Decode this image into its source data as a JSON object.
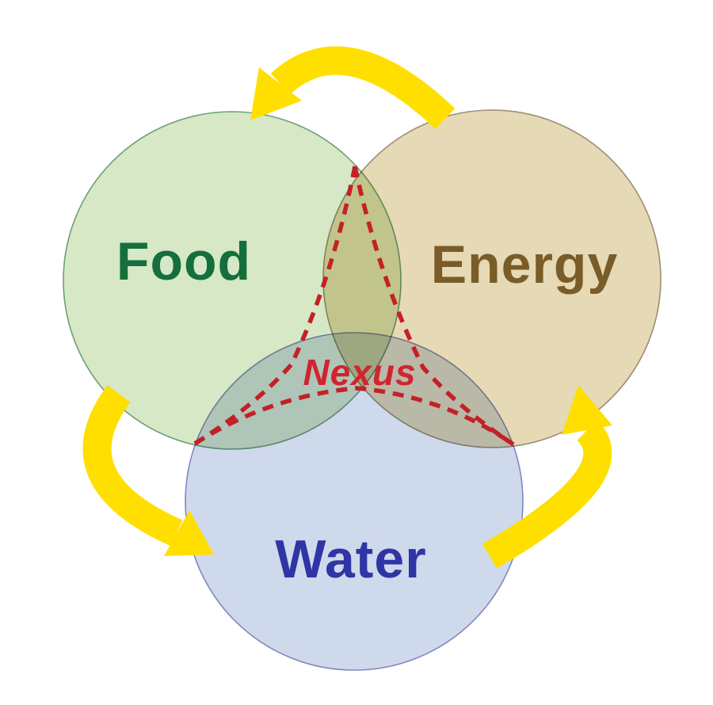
{
  "diagram": {
    "type": "venn-3-circle-nexus",
    "background_color": "#ffffff",
    "circles": [
      {
        "id": "food",
        "label": "Food",
        "fill": "#d6e8c6",
        "stroke": "#6f9e78",
        "label_color": "#156f3c"
      },
      {
        "id": "energy",
        "label": "Energy",
        "fill": "#e6d9b5",
        "stroke": "#9c8e72",
        "label_color": "#7a5c28"
      },
      {
        "id": "water",
        "label": "Water",
        "fill": "#cfd9ec",
        "stroke": "#8287c0",
        "label_color": "#2f35a5"
      }
    ],
    "nexus": {
      "label": "Nexus",
      "label_color": "#d02430",
      "line_color": "#c32127",
      "line_style": "dashed",
      "shape": "three-pointed star connecting the three circle intersection tips"
    },
    "arrows": {
      "color": "#ffdf00",
      "items": [
        {
          "name": "energy-to-food",
          "position": "top",
          "direction": "from Energy arcing over the top to Food"
        },
        {
          "name": "food-to-water",
          "position": "left",
          "direction": "from Food arcing down the left to Water"
        },
        {
          "name": "water-to-energy",
          "position": "right",
          "direction": "from Water arcing up the right to Energy"
        }
      ]
    }
  }
}
